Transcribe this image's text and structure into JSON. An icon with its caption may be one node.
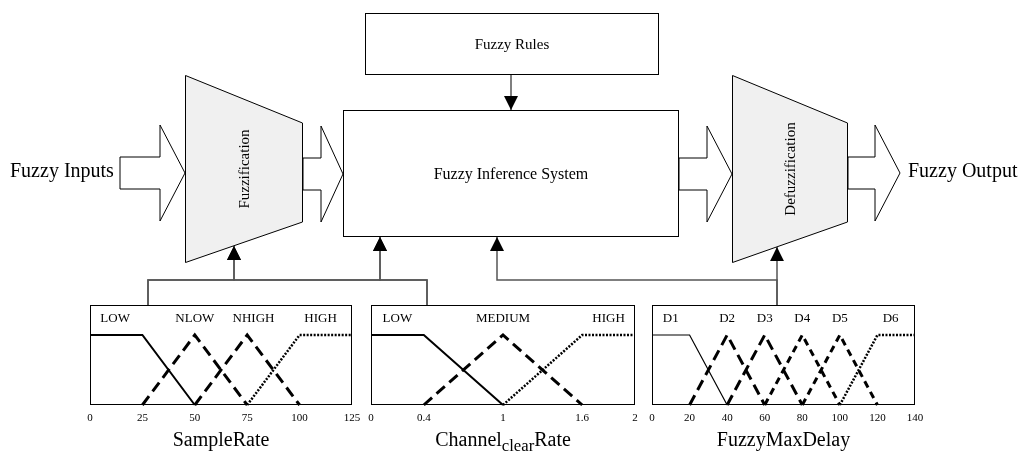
{
  "diagram": {
    "nodes": [
      {
        "text": [
          "Fuzzy Inputs"
        ]
      },
      {
        "text": [
          "Fuzzification"
        ]
      },
      {
        "text": [
          "Fuzzy Rules"
        ]
      },
      {
        "text": [
          "Fuzzy Inference System"
        ]
      },
      {
        "text": [
          "Defuzzification"
        ]
      },
      {
        "text": [
          "Fuzzy Output"
        ]
      },
      {
        "text": [
          "LOW",
          "NLOW",
          "NHIGH",
          "HIGH",
          "SampleRate"
        ]
      },
      {
        "text": [
          "LOW",
          "MEDIUM",
          "HIGH",
          "Channel$_{clear}$Rate"
        ]
      },
      {
        "text": [
          "D1",
          "D2",
          "D3",
          "D4",
          "D5",
          "D6",
          "FuzzyMaxDelay"
        ]
      }
    ],
    "edges": [
      {
        "from": 0,
        "to": 1,
        "arrow": "to"
      },
      {
        "from": 1,
        "to": 3,
        "arrow": "to"
      },
      {
        "from": 2,
        "to": 3,
        "arrow": "to"
      },
      {
        "from": 3,
        "to": 4,
        "arrow": "to"
      },
      {
        "from": 4,
        "to": 5,
        "arrow": "to"
      },
      {
        "from": 6,
        "to": 1,
        "arrow": "to"
      },
      {
        "from": 6,
        "to": 3,
        "arrow": "to"
      },
      {
        "from": 7,
        "to": 1,
        "arrow": "to"
      },
      {
        "from": 7,
        "to": 3,
        "arrow": "to"
      },
      {
        "from": 8,
        "to": 4,
        "arrow": "to"
      },
      {
        "from": 8,
        "to": 3,
        "arrow": "to"
      }
    ],
    "labels": [
      "0",
      "25",
      "50",
      "75",
      "100",
      "125",
      "0",
      "0.4",
      "1",
      "1.6",
      "2",
      "0",
      "20",
      "40",
      "60",
      "80",
      "100",
      "120",
      "140"
    ]
  }
}
